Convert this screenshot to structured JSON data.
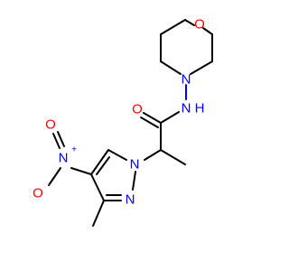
{
  "atoms": {
    "morpholine_O": {
      "label": "O",
      "color": "#ff0000"
    },
    "morpholine_N": {
      "label": "N",
      "color": "#0000ff"
    },
    "amide_NH": {
      "label": "N",
      "color": "#0000ff"
    },
    "amide_H": {
      "label": "H",
      "color": "#0000ff"
    },
    "carbonyl_O": {
      "label": "O",
      "color": "#ff0000"
    },
    "nitro_N": {
      "label": "N",
      "color": "#0000ff"
    },
    "nitro_N_charge": {
      "label": "+",
      "color": "#0000ff"
    },
    "nitro_O_top": {
      "label": "O",
      "color": "#ff0000"
    },
    "nitro_O_bottom": {
      "label": "O",
      "color": "#ff0000"
    },
    "nitro_O_charge": {
      "label": "-",
      "color": "#ff0000"
    },
    "pyrazole_N1": {
      "label": "N",
      "color": "#0000ff"
    },
    "pyrazole_N2": {
      "label": "N",
      "color": "#0000ff"
    }
  }
}
